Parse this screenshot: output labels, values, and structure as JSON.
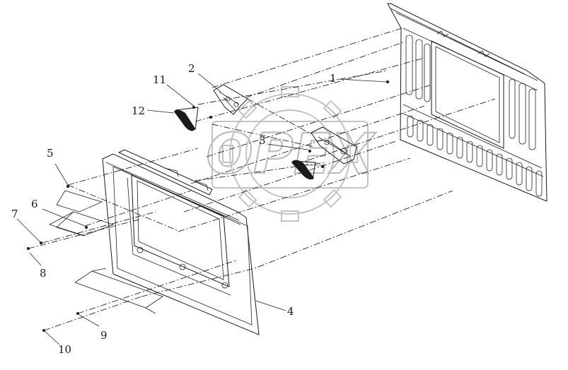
{
  "watermark": {
    "text": "OPEX"
  },
  "callouts": [
    "1",
    "2",
    "3",
    "4",
    "5",
    "6",
    "7",
    "8",
    "9",
    "10",
    "11",
    "12"
  ]
}
